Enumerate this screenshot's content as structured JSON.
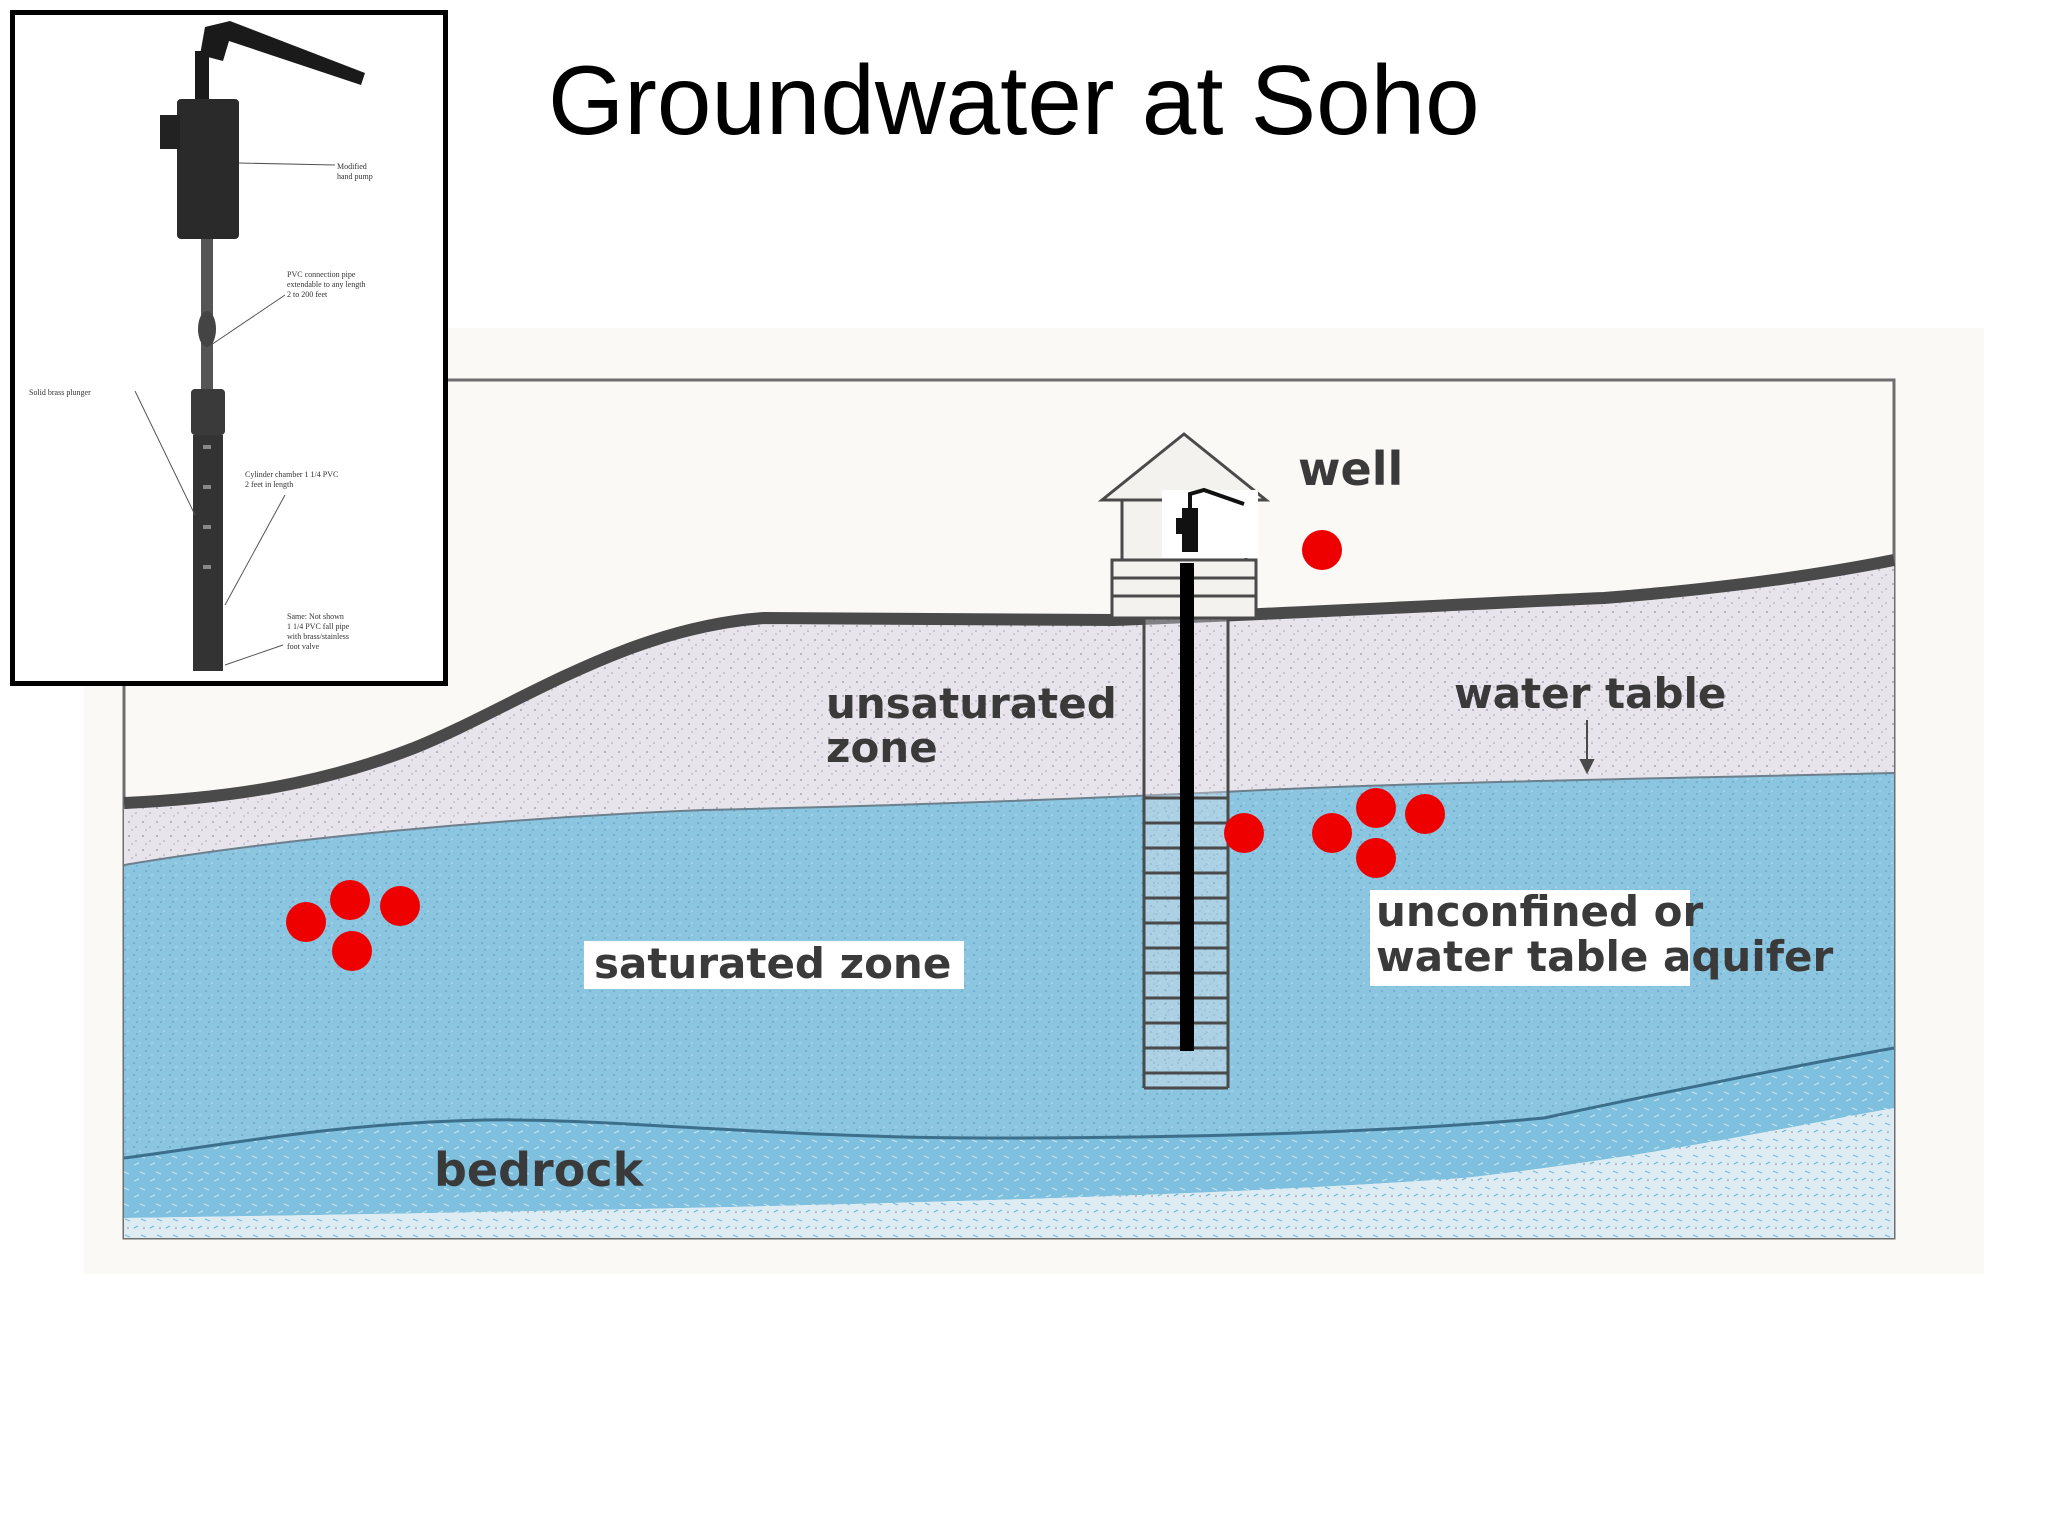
{
  "title": "Groundwater at Soho",
  "diagram": {
    "labels": {
      "well": "well",
      "unsaturated_zone": [
        "unsaturated",
        "zone"
      ],
      "water_table": "water table",
      "saturated_zone": "saturated zone",
      "aquifer": [
        "unconfined or",
        "water table aquifer"
      ],
      "bedrock": "bedrock"
    },
    "colors": {
      "unsaturated": "#e6e2ea",
      "saturated": "#8cc5e0",
      "bedrock": "#d6ecf4",
      "ground_line": "#4a4a4a",
      "marker": "#ee0000"
    }
  },
  "inset": {
    "captions": {
      "handle": [
        "Modified",
        "hand pump"
      ],
      "connection": [
        "PVC connection pipe",
        "extendable to any length",
        "2 to 200 feet"
      ],
      "plunger": "Solid brass plunger",
      "cylinder": [
        "Cylinder chamber 1 1/4 PVC",
        "2 feet in length"
      ],
      "tail_pipe": [
        "Same: Not shown",
        "1 1/4 PVC fall pipe",
        "with brass/stainless",
        "foot valve"
      ]
    }
  }
}
